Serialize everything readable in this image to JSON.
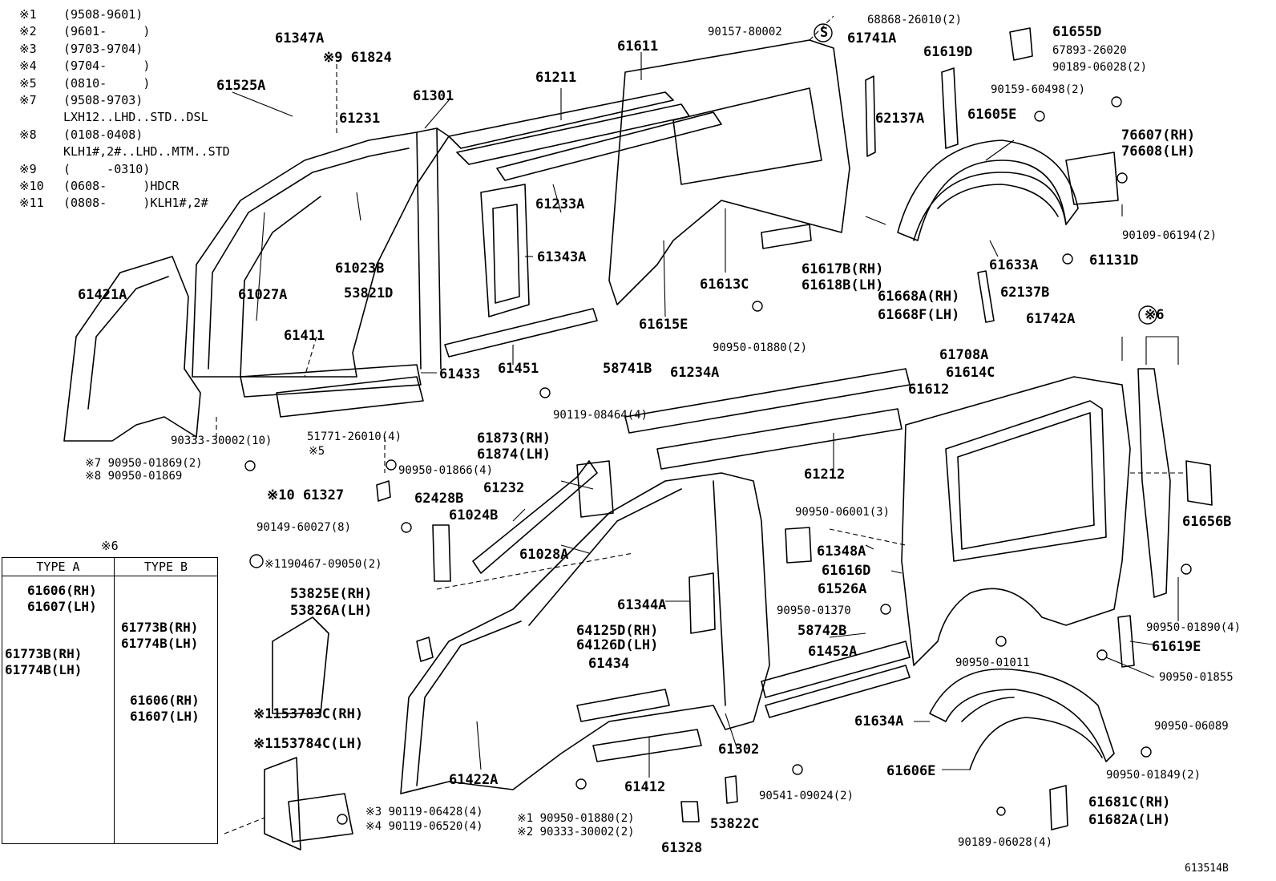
{
  "legend": [
    {
      "mark": "※1",
      "text": "(9508-9601)"
    },
    {
      "mark": "※2",
      "text": "(9601-     )"
    },
    {
      "mark": "※3",
      "text": "(9703-9704)"
    },
    {
      "mark": "※4",
      "text": "(9704-     )"
    },
    {
      "mark": "※5",
      "text": "(0810-     )"
    },
    {
      "mark": "※7",
      "text": "(9508-9703)",
      "detail": "LXH12..LHD..STD..DSL"
    },
    {
      "mark": "※8",
      "text": "(0108-0408)",
      "detail": "KLH1#,2#..LHD..MTM..STD"
    },
    {
      "mark": "※9",
      "text": "(     -0310)"
    },
    {
      "mark": "※10",
      "text": "(0608-     )HDCR"
    },
    {
      "mark": "※11",
      "text": "(0808-     )KLH1#,2#"
    }
  ],
  "callouts": [
    {
      "text": "61347A"
    },
    {
      "text": "※9 61824"
    },
    {
      "text": "61525A"
    },
    {
      "text": "61231"
    },
    {
      "text": "61301"
    },
    {
      "text": "61211"
    },
    {
      "text": "61611"
    },
    {
      "text": "90157-80002"
    },
    {
      "text": "S"
    },
    {
      "text": "61741A"
    },
    {
      "text": "68868-26010(2)"
    },
    {
      "text": "61619D"
    },
    {
      "text": "61655D"
    },
    {
      "text": "67893-26020"
    },
    {
      "text": "90189-06028(2)"
    },
    {
      "text": "90159-60498(2)"
    },
    {
      "text": "62137A"
    },
    {
      "text": "61605E"
    },
    {
      "text": "76607(RH)"
    },
    {
      "text": "76608(LH)"
    },
    {
      "text": "61233A"
    },
    {
      "text": "61023B"
    },
    {
      "text": "61343A"
    },
    {
      "text": "61027A"
    },
    {
      "text": "61421A"
    },
    {
      "text": "53821D"
    },
    {
      "text": "61617B(RH)"
    },
    {
      "text": "61618B(LH)"
    },
    {
      "text": "61613C"
    },
    {
      "text": "90109-06194(2)"
    },
    {
      "text": "61633A"
    },
    {
      "text": "61131D"
    },
    {
      "text": "61668A(RH)"
    },
    {
      "text": "61668F(LH)"
    },
    {
      "text": "62137B"
    },
    {
      "text": "61615E"
    },
    {
      "text": "61411"
    },
    {
      "text": "61451"
    },
    {
      "text": "90950-01880(2)"
    },
    {
      "text": "61742A"
    },
    {
      "text": "※6"
    },
    {
      "text": "61708A"
    },
    {
      "text": "61433"
    },
    {
      "text": "58741B"
    },
    {
      "text": "61234A"
    },
    {
      "text": "61614C"
    },
    {
      "text": "61612"
    },
    {
      "text": "90119-08464(4)"
    },
    {
      "text": "90333-30002(10)"
    },
    {
      "text": "51771-26010(4)"
    },
    {
      "text": "※5"
    },
    {
      "text": "61873(RH)"
    },
    {
      "text": "61874(LH)"
    },
    {
      "text": "※7 90950-01869(2)"
    },
    {
      "text": "※8 90950-01869"
    },
    {
      "text": "90950-01866(4)"
    },
    {
      "text": "61212"
    },
    {
      "text": "61232"
    },
    {
      "text": "※10 61327"
    },
    {
      "text": "62428B"
    },
    {
      "text": "61024B"
    },
    {
      "text": "90950-06001(3)"
    },
    {
      "text": "61656B"
    },
    {
      "text": "90149-60027(8)"
    },
    {
      "text": "61348A"
    },
    {
      "text": "61028A"
    },
    {
      "text": "※1190467-09050(2)"
    },
    {
      "text": "61616D"
    },
    {
      "text": "53825E(RH)"
    },
    {
      "text": "53826A(LH)"
    },
    {
      "text": "61526A"
    },
    {
      "text": "61344A"
    },
    {
      "text": "90950-01370"
    },
    {
      "text": "90950-01890(4)"
    },
    {
      "text": "64125D(RH)"
    },
    {
      "text": "64126D(LH)"
    },
    {
      "text": "58742B"
    },
    {
      "text": "61619E"
    },
    {
      "text": "61452A"
    },
    {
      "text": "61434"
    },
    {
      "text": "90950-01011"
    },
    {
      "text": "90950-01855"
    },
    {
      "text": "※1153783C(RH)"
    },
    {
      "text": "※1153784C(LH)"
    },
    {
      "text": "61634A"
    },
    {
      "text": "90950-06089"
    },
    {
      "text": "61302"
    },
    {
      "text": "61422A"
    },
    {
      "text": "61412"
    },
    {
      "text": "61606E"
    },
    {
      "text": "90950-01849(2)"
    },
    {
      "text": "90541-09024(2)"
    },
    {
      "text": "61681C(RH)"
    },
    {
      "text": "61682A(LH)"
    },
    {
      "text": "53822C"
    },
    {
      "text": "※3 90119-06428(4)"
    },
    {
      "text": "※4 90119-06520(4)"
    },
    {
      "text": "※1 90950-01880(2)"
    },
    {
      "text": "※2 90333-30002(2)"
    },
    {
      "text": "61328"
    },
    {
      "text": "90189-06028(4)"
    }
  ],
  "inset": {
    "mark": "※6",
    "type_a_header": "TYPE A",
    "type_b_header": "TYPE B",
    "labels": [
      {
        "text": "61606(RH)"
      },
      {
        "text": "61607(LH)"
      },
      {
        "text": "61773B(RH)"
      },
      {
        "text": "61774B(LH)"
      },
      {
        "text": "61773B(RH)"
      },
      {
        "text": "61774B(LH)"
      },
      {
        "text": "61606(RH)"
      },
      {
        "text": "61607(LH)"
      }
    ]
  },
  "diagram_code": "613514B"
}
